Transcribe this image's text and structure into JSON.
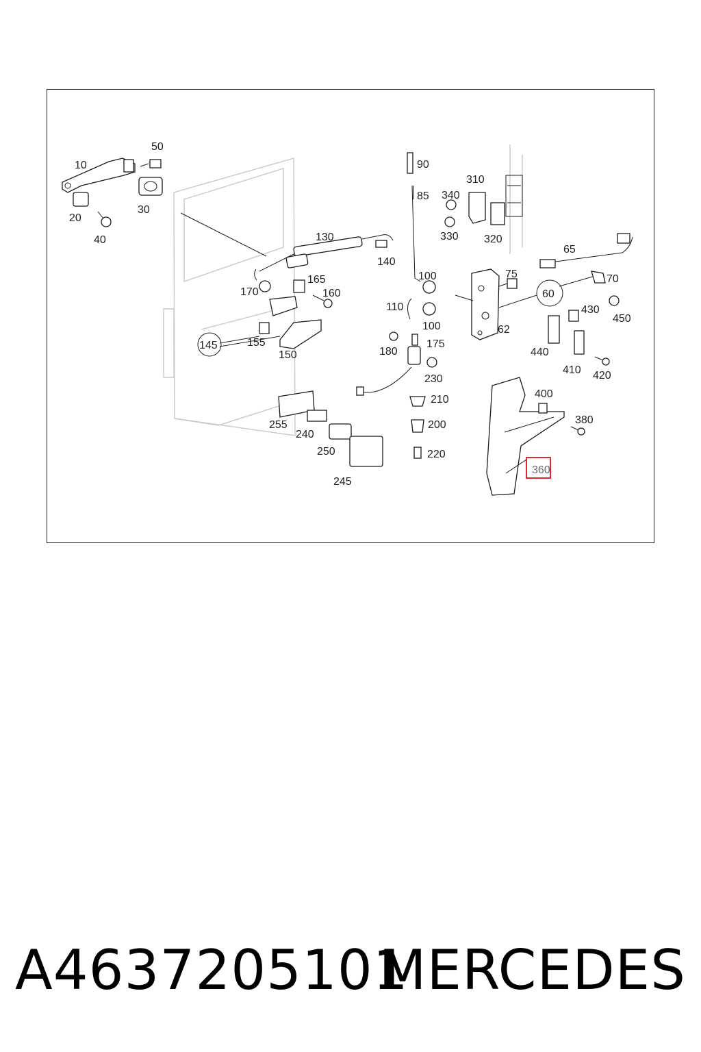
{
  "diagram": {
    "part_callouts": [
      "10",
      "20",
      "30",
      "40",
      "50",
      "60",
      "62",
      "65",
      "70",
      "75",
      "85",
      "90",
      "100",
      "100",
      "110",
      "130",
      "140",
      "145",
      "150",
      "155",
      "160",
      "165",
      "170",
      "175",
      "180",
      "200",
      "210",
      "220",
      "230",
      "240",
      "245",
      "250",
      "255",
      "310",
      "320",
      "330",
      "340",
      "360",
      "380",
      "400",
      "410",
      "420",
      "430",
      "440",
      "450"
    ],
    "highlighted_callout": "360",
    "highlight_color": "#e0242b"
  },
  "footer": {
    "part_number": "A4637205101",
    "brand": "MERCEDES"
  }
}
